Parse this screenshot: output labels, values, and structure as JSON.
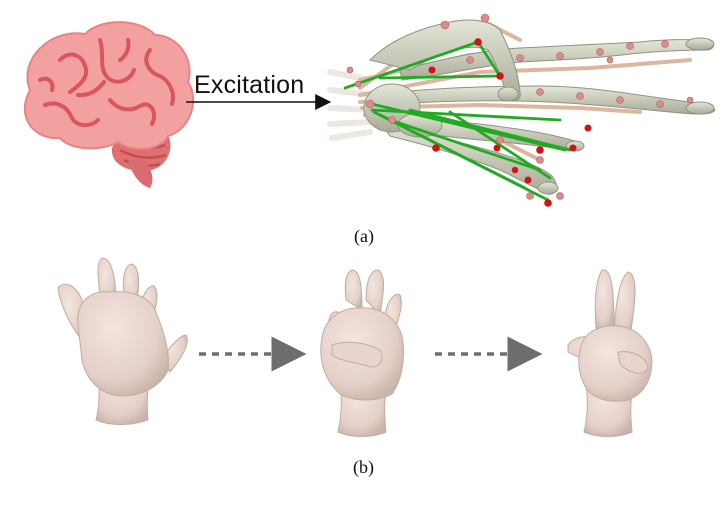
{
  "panel_a": {
    "arrow_label": "Excitation",
    "caption": "(a)",
    "icons": [
      "brain-icon",
      "hand-musculoskeletal-model"
    ]
  },
  "panel_b": {
    "caption": "(b)",
    "icons": [
      "open-hand-icon",
      "three-finger-hand-icon",
      "victory-hand-icon"
    ]
  },
  "colors": {
    "brain": "#f08a8a",
    "brain_dark": "#d9555f",
    "bone": "#c9cbb8",
    "tendon": "#e8c6b0",
    "muscle_line": "#22aa22",
    "marker": "#cc1111",
    "skin": "#e8d6cf",
    "dashed_arrow": "#6d6d6d"
  }
}
